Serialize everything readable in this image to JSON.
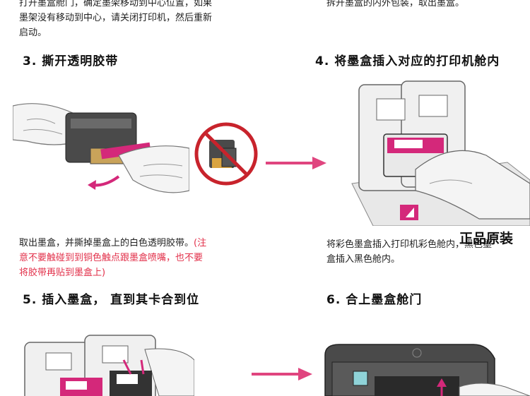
{
  "top_left_text": [
    "打开墨盒舱门，确定墨架移动到中心位置，如果",
    "墨架没有移动到中心，请关闭打印机，然后重新",
    "启动。"
  ],
  "top_right_text": "拆开墨盒的内外包装，取出墨盒。",
  "step3": "3. 撕开透明胶带",
  "step4": "4. 将墨盒插入对应的打印机舱内",
  "step5": "5. 插入墨盒， 直到其卡合到位",
  "step6": "6. 合上墨盒舱门",
  "desc3_black": "取出墨盒，并撕掉墨盒上的白色透明胶带。",
  "desc3_red_1": "(注",
  "desc3_red_2": "意不要触碰到到铜色触点跟墨盒喷嘴，也不要",
  "desc3_red_3": "将胶带再贴到墨盒上)",
  "desc4": [
    "将彩色墨盒插入打印机彩色舱内，黑色墨",
    "盒插入黑色舱内。"
  ],
  "stamp": "正品原装",
  "colors": {
    "arrow": "#e0457f",
    "magenta": "#d4287a",
    "no_sign": "#c8232c"
  }
}
